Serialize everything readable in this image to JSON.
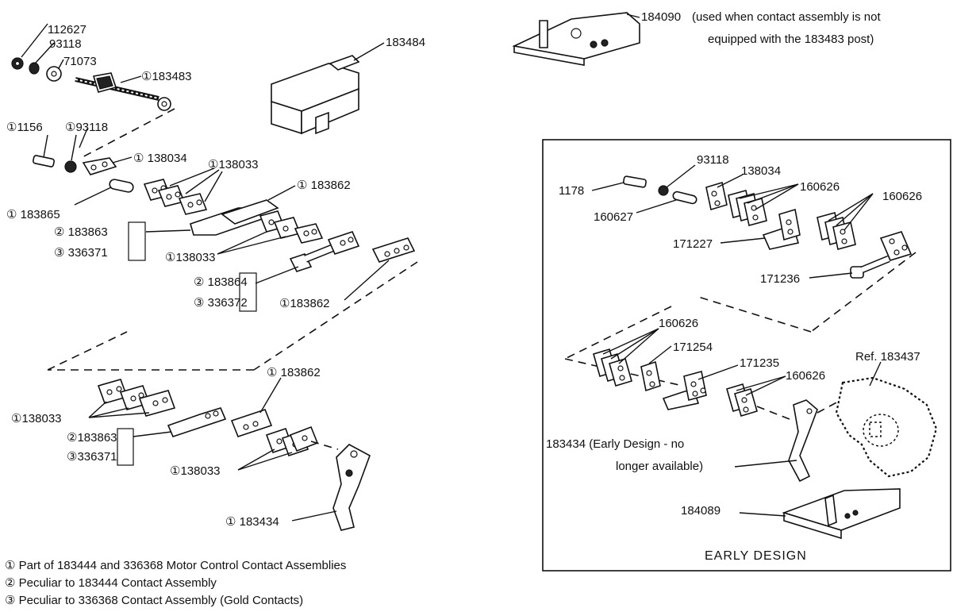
{
  "left": {
    "p112627": "112627",
    "p93118_top": "93118",
    "p71073": "71073",
    "p183483": "①183483",
    "p1156": "①1156",
    "p93118_b": "①93118",
    "p138034": "① 138034",
    "p138033_a": "①138033",
    "p183865": "① 183865",
    "p183862_a": "① 183862",
    "p183863_a": "② 183863",
    "p336371_a": "③ 336371",
    "p138033_b": "①138033",
    "p183864": "② 183864",
    "p336372": "③ 336372",
    "p183862_b": "①183862",
    "p183484": "183484"
  },
  "lower": {
    "p183862": "① 183862",
    "p138033_a": "①138033",
    "p183863": "②183863",
    "p336371": "③336371",
    "p138033_b": "①138033",
    "p183434": "① 183434"
  },
  "right": {
    "p184090": "184090",
    "note_line1": "(used when contact assembly is not",
    "note_line2": "equipped with the 183483 post)"
  },
  "early": {
    "p93118": "93118",
    "p138034": "138034",
    "p1178": "1178",
    "p160626_a": "160626",
    "p160626_b": "160626",
    "p160627": "160627",
    "p171227": "171227",
    "p171236": "171236",
    "p160626_c": "160626",
    "p171254": "171254",
    "p171235": "171235",
    "p160626_d": "160626",
    "ref": "Ref. 183437",
    "p183434_line1": "183434 (Early Design - no",
    "p183434_line2": "longer available)",
    "p184089": "184089",
    "caption": "EARLY DESIGN"
  },
  "legend": {
    "n1": "① Part of 183444 and 336368 Motor Control Contact Assemblies",
    "n2": "② Peculiar to 183444 Contact Assembly",
    "n3": "③ Peculiar to 336368 Contact Assembly (Gold Contacts)"
  }
}
